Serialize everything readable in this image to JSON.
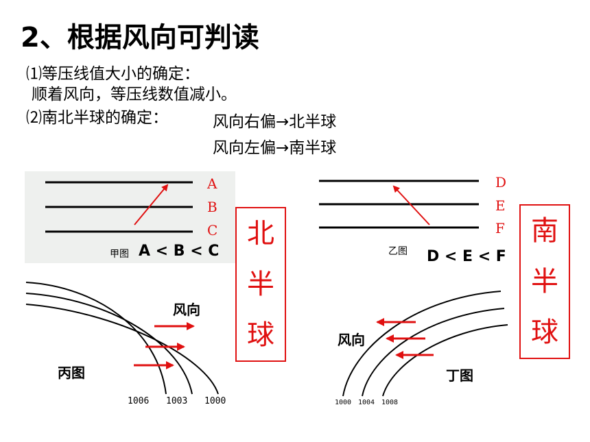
{
  "title": "2、根据风向可判读",
  "point1": {
    "heading": "⑴等压线值大小的确定：",
    "text": "顺着风向，等压线数值减小。"
  },
  "point2": {
    "heading": "⑵南北半球的确定：",
    "north_rule": "风向右偏→北半球",
    "south_rule": "风向左偏→南半球"
  },
  "diagram_jia": {
    "caption": "甲图",
    "labels": [
      "A",
      "B",
      "C"
    ],
    "relation": "A < B < C",
    "hemisphere": [
      "北",
      "半",
      "球"
    ]
  },
  "diagram_yi": {
    "caption": "乙图",
    "labels": [
      "D",
      "E",
      "F"
    ],
    "relation": "D < E < F",
    "hemisphere": [
      "南",
      "半",
      "球"
    ]
  },
  "diagram_bing": {
    "caption": "丙图",
    "wind_label": "风向",
    "isobar_values": [
      "1006",
      "1003",
      "1000"
    ]
  },
  "diagram_ding": {
    "caption": "丁图",
    "wind_label": "风向",
    "isobar_values": [
      "1000",
      "1004",
      "1008"
    ]
  },
  "colors": {
    "accent": "#e01010",
    "panel_bg": "#eef0ee",
    "text": "#000000"
  }
}
